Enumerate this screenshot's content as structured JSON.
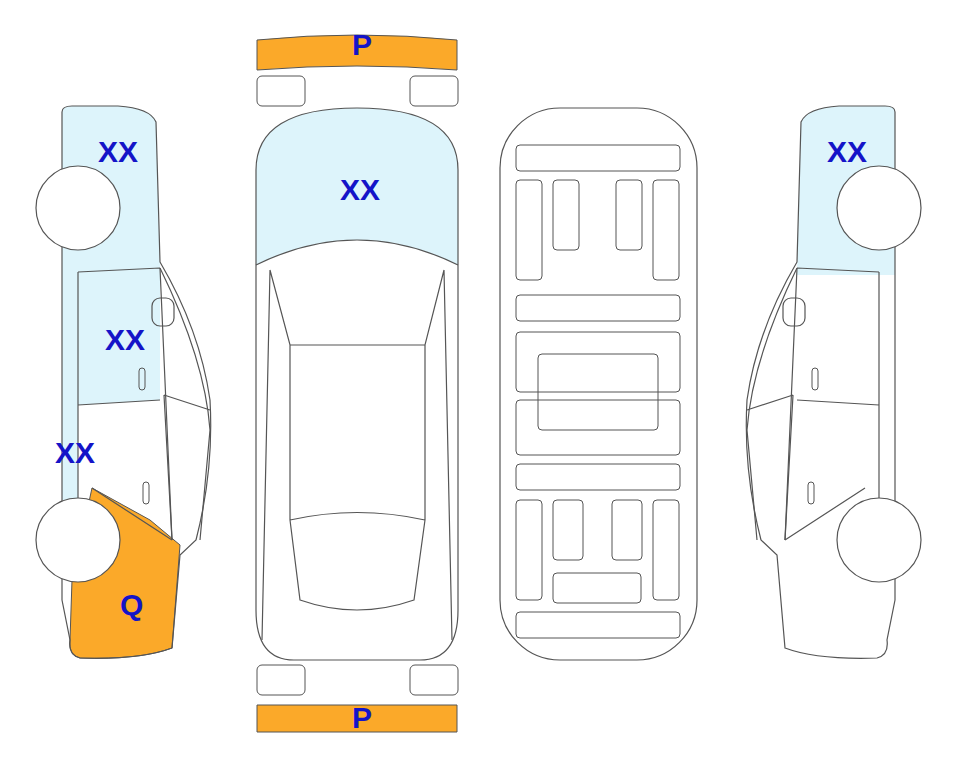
{
  "diagram": {
    "nodes": [
      {
        "text": [
          "P"
        ]
      },
      {
        "text": [
          "XX"
        ]
      },
      {
        "text": [
          "XX"
        ]
      },
      {
        "text": [
          "XX"
        ]
      },
      {
        "text": [
          "XX"
        ]
      },
      {
        "text": [
          "XX"
        ]
      },
      {
        "text": [
          "Q"
        ]
      },
      {
        "text": [
          "P"
        ]
      }
    ]
  }
}
